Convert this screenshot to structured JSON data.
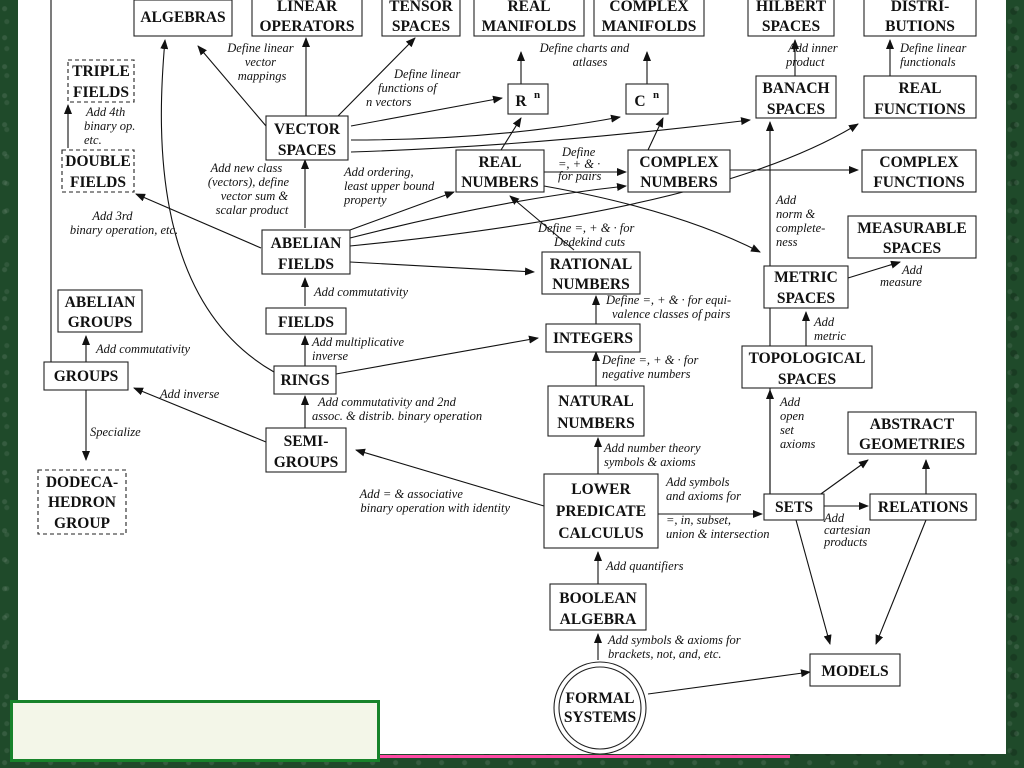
{
  "nodes": {
    "algebras": [
      "ALGEBRAS"
    ],
    "linear_operators": [
      "LINEAR",
      "OPERATORS"
    ],
    "tensor_spaces": [
      "TENSOR",
      "SPACES"
    ],
    "real_manifolds": [
      "REAL",
      "MANIFOLDS"
    ],
    "complex_manifolds": [
      "COMPLEX",
      "MANIFOLDS"
    ],
    "hilbert_spaces": [
      "HILBERT",
      "SPACES"
    ],
    "distributions": [
      "DISTRI-",
      "BUTIONS"
    ],
    "triple_fields": [
      "TRIPLE",
      "FIELDS"
    ],
    "double_fields": [
      "DOUBLE",
      "FIELDS"
    ],
    "rn": "R",
    "rn_sup": "n",
    "cn": "C",
    "cn_sup": "n",
    "banach_spaces": [
      "BANACH",
      "SPACES"
    ],
    "real_functions": [
      "REAL",
      "FUNCTIONS"
    ],
    "vector_spaces": [
      "VECTOR",
      "SPACES"
    ],
    "real_numbers": [
      "REAL",
      "NUMBERS"
    ],
    "complex_numbers": [
      "COMPLEX",
      "NUMBERS"
    ],
    "complex_functions": [
      "COMPLEX",
      "FUNCTIONS"
    ],
    "measurable_spaces": [
      "MEASURABLE",
      "SPACES"
    ],
    "abelian_fields": [
      "ABELIAN",
      "FIELDS"
    ],
    "rational_numbers": [
      "RATIONAL",
      "NUMBERS"
    ],
    "metric_spaces": [
      "METRIC",
      "SPACES"
    ],
    "abelian_groups": [
      "ABELIAN",
      "GROUPS"
    ],
    "fields": [
      "FIELDS"
    ],
    "integers": [
      "INTEGERS"
    ],
    "groups": [
      "GROUPS"
    ],
    "rings": [
      "RINGS"
    ],
    "topological_spaces": [
      "TOPOLOGICAL",
      "SPACES"
    ],
    "natural_numbers": [
      "NATURAL",
      "NUMBERS"
    ],
    "semi_groups": [
      "SEMI-",
      "GROUPS"
    ],
    "abstract_geometries": [
      "ABSTRACT",
      "GEOMETRIES"
    ],
    "dodecahedron_group": [
      "DODECA-",
      "HEDRON",
      "GROUP"
    ],
    "lower_predicate_calculus": [
      "LOWER",
      "PREDICATE",
      "CALCULUS"
    ],
    "sets": [
      "SETS"
    ],
    "relations": [
      "RELATIONS"
    ],
    "boolean_algebra": [
      "BOOLEAN",
      "ALGEBRA"
    ],
    "models": [
      "MODELS"
    ],
    "formal_systems": [
      "FORMAL",
      "SYSTEMS"
    ]
  },
  "edge_labels": {
    "define_linear_vector_mappings": [
      "Define linear",
      "vector",
      "mappings"
    ],
    "define_linear_functions": [
      "Define linear",
      "functions of",
      "n vectors"
    ],
    "define_charts_atlases": [
      "Define charts and",
      "atlases"
    ],
    "add_inner_product": [
      "Add inner",
      "product"
    ],
    "define_linear_functionals": [
      "Define linear",
      "functionals"
    ],
    "add_4th_binary": [
      "Add 4th",
      "binary op.",
      "etc."
    ],
    "add_new_class": [
      "Add new class",
      "(vectors), define",
      "vector sum &",
      "scalar product"
    ],
    "add_ordering": [
      "Add ordering,",
      "least upper bound",
      "property"
    ],
    "define_pairs": [
      "Define",
      "=, + & ·",
      "for pairs"
    ],
    "add_3rd_binary": [
      "Add 3rd",
      "binary operation, etc."
    ],
    "add_norm": [
      "Add",
      "norm &",
      "complete-",
      "ness"
    ],
    "define_dedekind": [
      "Define =, + & · for",
      "Dedekind cuts"
    ],
    "add_commutativity_fields": [
      "Add commutativity"
    ],
    "add_measure": [
      "Add",
      "measure"
    ],
    "define_equivalence": [
      "Define =, + & · for equi-",
      "valence classes of pairs"
    ],
    "add_commutativity_groups": [
      "Add commutativity"
    ],
    "add_multiplicative_inverse": [
      "Add multiplicative",
      "inverse"
    ],
    "add_metric": [
      "Add",
      "metric"
    ],
    "define_negative": [
      "Define =, + & · for",
      "negative numbers"
    ],
    "add_inverse": [
      "Add inverse"
    ],
    "add_commutativity_2nd": [
      "Add commutativity and 2nd",
      "assoc. & distrib. binary operation"
    ],
    "specialize": [
      "Specialize"
    ],
    "add_open_set": [
      "Add",
      "open",
      "set",
      "axioms"
    ],
    "add_number_theory": [
      "Add number theory",
      "symbols & axioms"
    ],
    "add_associative": [
      "Add = & associative",
      "binary operation with identity"
    ],
    "add_symbols_sets": [
      "Add symbols",
      "and axioms for",
      "=, in, subset,",
      "union & intersection"
    ],
    "add_cartesian": [
      "Add",
      "cartesian",
      "products"
    ],
    "add_quantifiers": [
      "Add quantifiers"
    ],
    "add_symbols_brackets": [
      "Add symbols & axioms for",
      "brackets, not, and, etc."
    ]
  }
}
